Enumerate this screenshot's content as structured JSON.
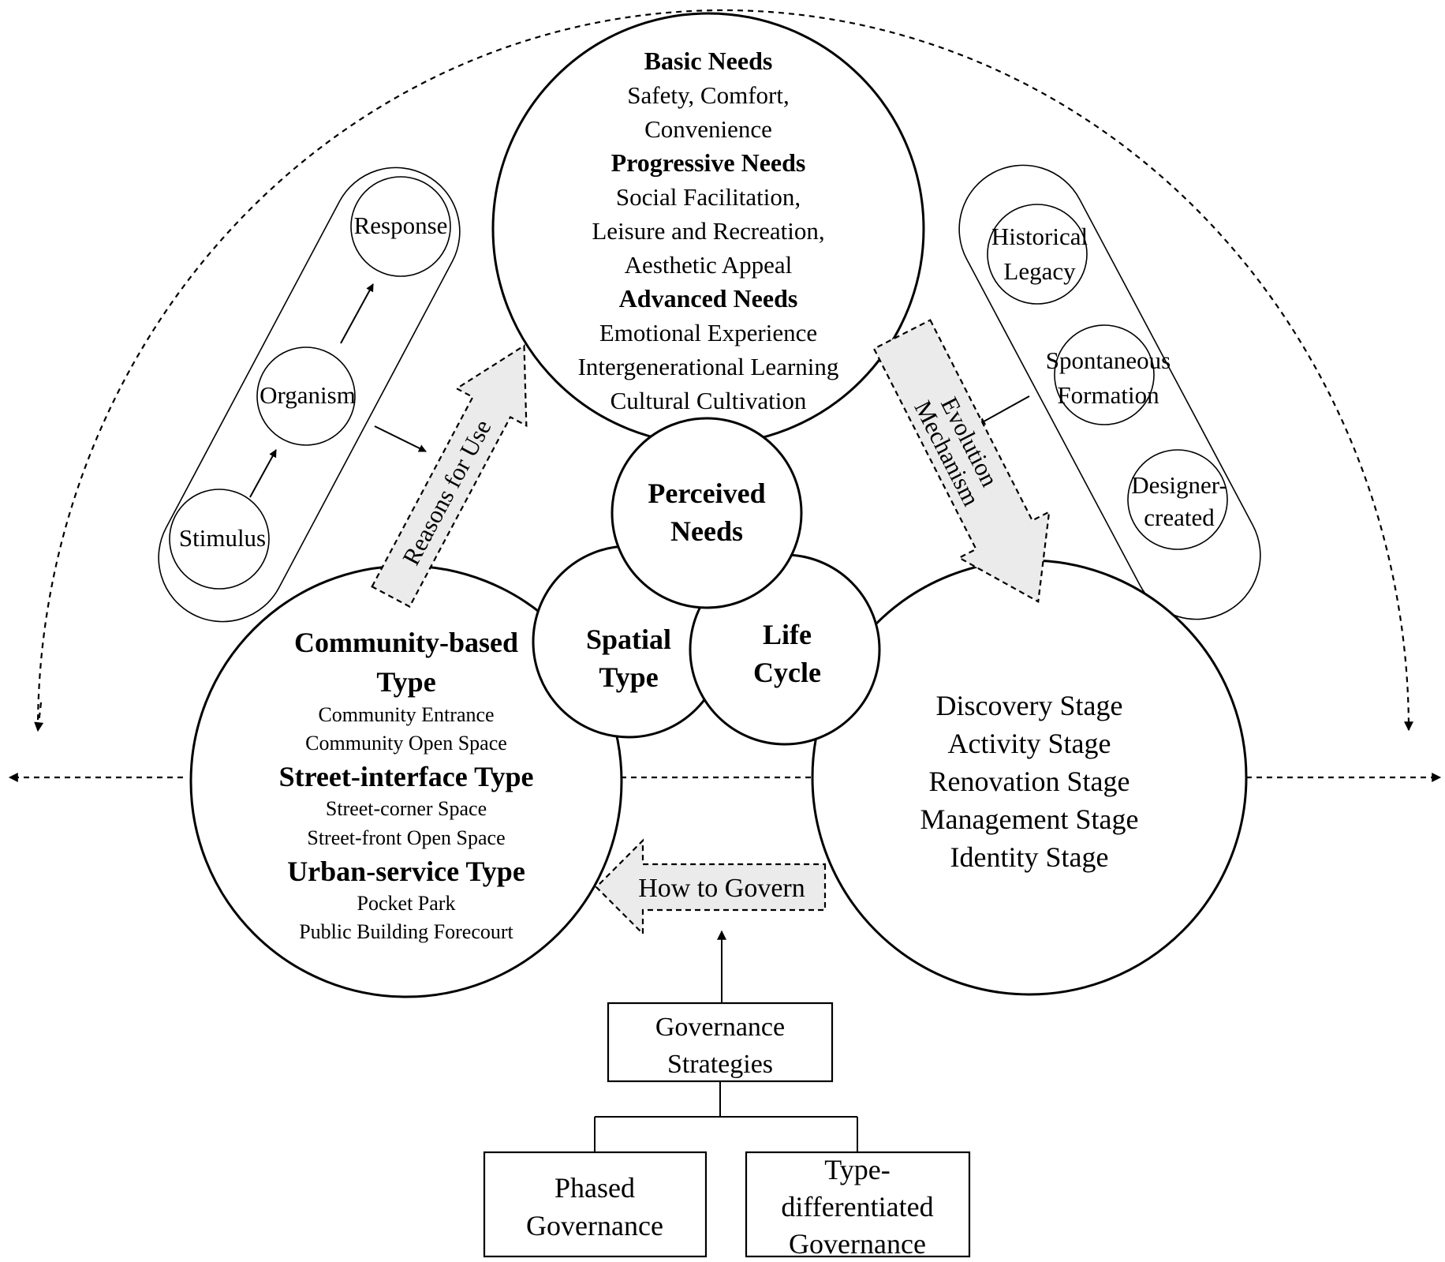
{
  "diagram": {
    "needs": {
      "basic_title": "Basic Needs",
      "basic_items": [
        "Safety, Comfort,",
        "Convenience"
      ],
      "progressive_title": "Progressive Needs",
      "progressive_items": [
        "Social Facilitation,",
        "Leisure and Recreation,",
        "Aesthetic Appeal"
      ],
      "advanced_title": "Advanced Needs",
      "advanced_items": [
        "Emotional Experience",
        "Intergenerational Learning",
        "Cultural Cultivation"
      ]
    },
    "core": {
      "perceived_needs": [
        "Perceived",
        "Needs"
      ],
      "spatial_type": [
        "Spatial",
        "Type"
      ],
      "life_cycle": [
        "Life",
        "Cycle"
      ]
    },
    "types": {
      "community_title": [
        "Community-based",
        "Type"
      ],
      "community_items": [
        "Community Entrance",
        "Community Open Space"
      ],
      "street_title": "Street-interface Type",
      "street_items": [
        "Street-corner Space",
        "Street-front Open Space"
      ],
      "urban_title": "Urban-service Type",
      "urban_items": [
        "Pocket Park",
        "Public Building Forecourt"
      ]
    },
    "stages": [
      "Discovery Stage",
      "Activity Stage",
      "Renovation Stage",
      "Management Stage",
      "Identity Stage"
    ],
    "sor": {
      "stimulus": "Stimulus",
      "organism": "Organism",
      "response": "Response"
    },
    "evolution_sources": {
      "historical": [
        "Historical",
        "Legacy"
      ],
      "spontaneous": [
        "Spontaneous",
        "Formation"
      ],
      "designer": [
        "Designer-",
        "created"
      ]
    },
    "arrows": {
      "reasons_for_use": "Reasons for Use",
      "evolution_mechanism": [
        "Evolution",
        "Mechanism"
      ],
      "how_to_govern": "How to Govern"
    },
    "governance": {
      "strategies": [
        "Governance",
        "Strategies"
      ],
      "phased": [
        "Phased",
        "Governance"
      ],
      "type_differentiated": [
        "Type-",
        "differentiated",
        "Governance"
      ]
    }
  }
}
